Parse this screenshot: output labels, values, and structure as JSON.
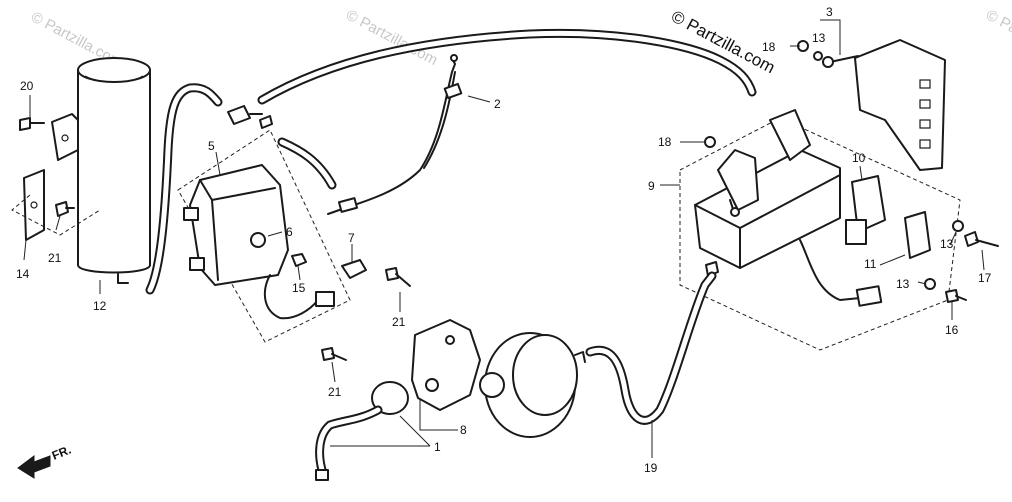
{
  "copyright": "© Partzilla.com",
  "watermark": "© Partzilla.com",
  "front_label": "FR.",
  "callouts": {
    "c1": "1",
    "c2": "2",
    "c3": "3",
    "c5": "5",
    "c6": "6",
    "c7": "7",
    "c8": "8",
    "c9": "9",
    "c10": "10",
    "c11": "11",
    "c12": "12",
    "c13a": "13",
    "c13b": "13",
    "c13c": "13",
    "c14": "14",
    "c15": "15",
    "c16": "16",
    "c17": "17",
    "c18a": "18",
    "c18b": "18",
    "c19": "19",
    "c20": "20",
    "c21a": "21",
    "c21b": "21",
    "c21c": "21"
  }
}
